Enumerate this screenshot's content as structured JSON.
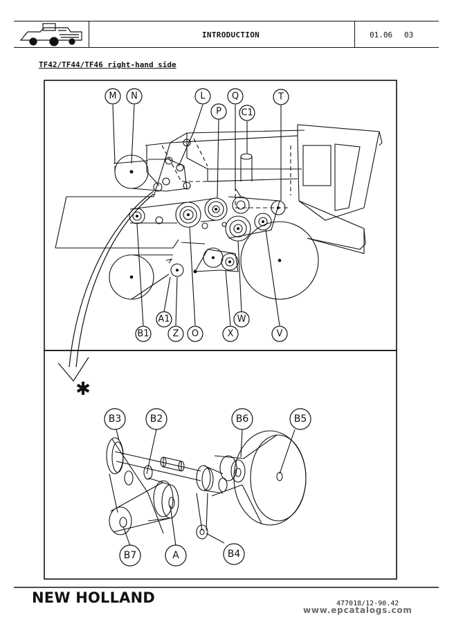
{
  "header": {
    "title": "INTRODUCTION",
    "section": "01.06",
    "page": "03"
  },
  "subtitle": "TF42/TF44/TF46 right-hand side",
  "top_view": {
    "callouts": [
      "M",
      "N",
      "L",
      "P",
      "Q",
      "C1",
      "T",
      "B1",
      "A1",
      "Z",
      "O",
      "X",
      "W",
      "V"
    ]
  },
  "detail_view": {
    "marker": "✱",
    "callouts": [
      "B3",
      "B2",
      "B6",
      "B5",
      "B7",
      "A",
      "B4"
    ]
  },
  "footer": {
    "brand": "NEW HOLLAND",
    "docref": "477018/12-90.42",
    "watermark": "www.epcatalogs.com"
  }
}
